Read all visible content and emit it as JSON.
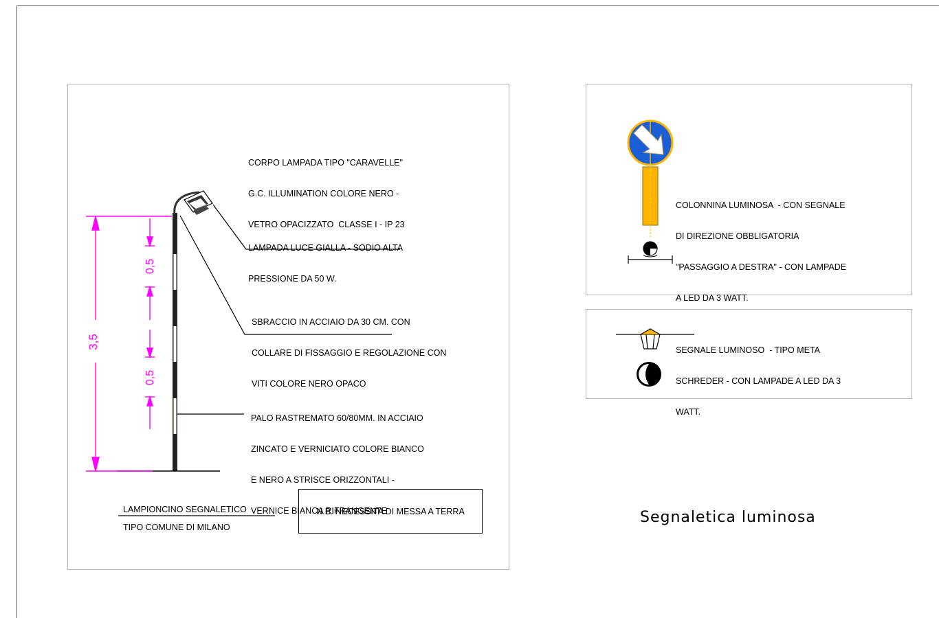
{
  "left_panel": {
    "corpo_lampada": [
      "CORPO LAMPADA TIPO \"CARAVELLE\"",
      "G.C. ILLUMINATION COLORE NERO -",
      "VETRO OPACIZZATO  CLASSE I - IP 23"
    ],
    "lampada": [
      "LAMPADA LUCE GIALLA - SODIO ALTA",
      "PRESSIONE DA 50 W."
    ],
    "sbraccio": [
      "SBRACCIO IN ACCIAIO DA 30 CM. CON",
      "COLLARE DI FISSAGGIO E REGOLAZIONE CON",
      "VITI COLORE NERO OPACO"
    ],
    "palo": [
      "PALO RASTREMATO 60/80MM. IN ACCIAIO",
      "ZINCATO E VERNICIATO COLORE BIANCO",
      "E NERO A STRISCE ORIZZONTALI -",
      "VERNICE BIANCA RIFRANGENTE"
    ],
    "dim_total": "3,5",
    "dim_segment_top": "0,5",
    "dim_segment_bottom": "0,5",
    "caption_line1": "LAMPIONCINO SEGNALETICO",
    "caption_line2": "TIPO COMUNE DI MILANO",
    "note": "N.B. NECESSITA DI MESSA A TERRA"
  },
  "right_panel_top": {
    "colonnina": [
      "COLONNINA LUMINOSA  - CON SEGNALE",
      "DI DIREZIONE OBBLIGATORIA",
      "\"PASSAGGIO A DESTRA\" - CON LAMPADE",
      "A LED DA 3 WATT."
    ]
  },
  "right_panel_bottom": {
    "segnale": [
      "SEGNALE LUMINOSO  - TIPO META",
      "SCHREDER - CON LAMPADE A LED DA 3",
      "WATT."
    ]
  },
  "title": "Segnaletica  luminosa",
  "colors": {
    "dimension": "#ff00ff",
    "sign_blue": "#1a5fd6",
    "pole_orange": "#ffb400",
    "frame": "#b4b4b4"
  }
}
